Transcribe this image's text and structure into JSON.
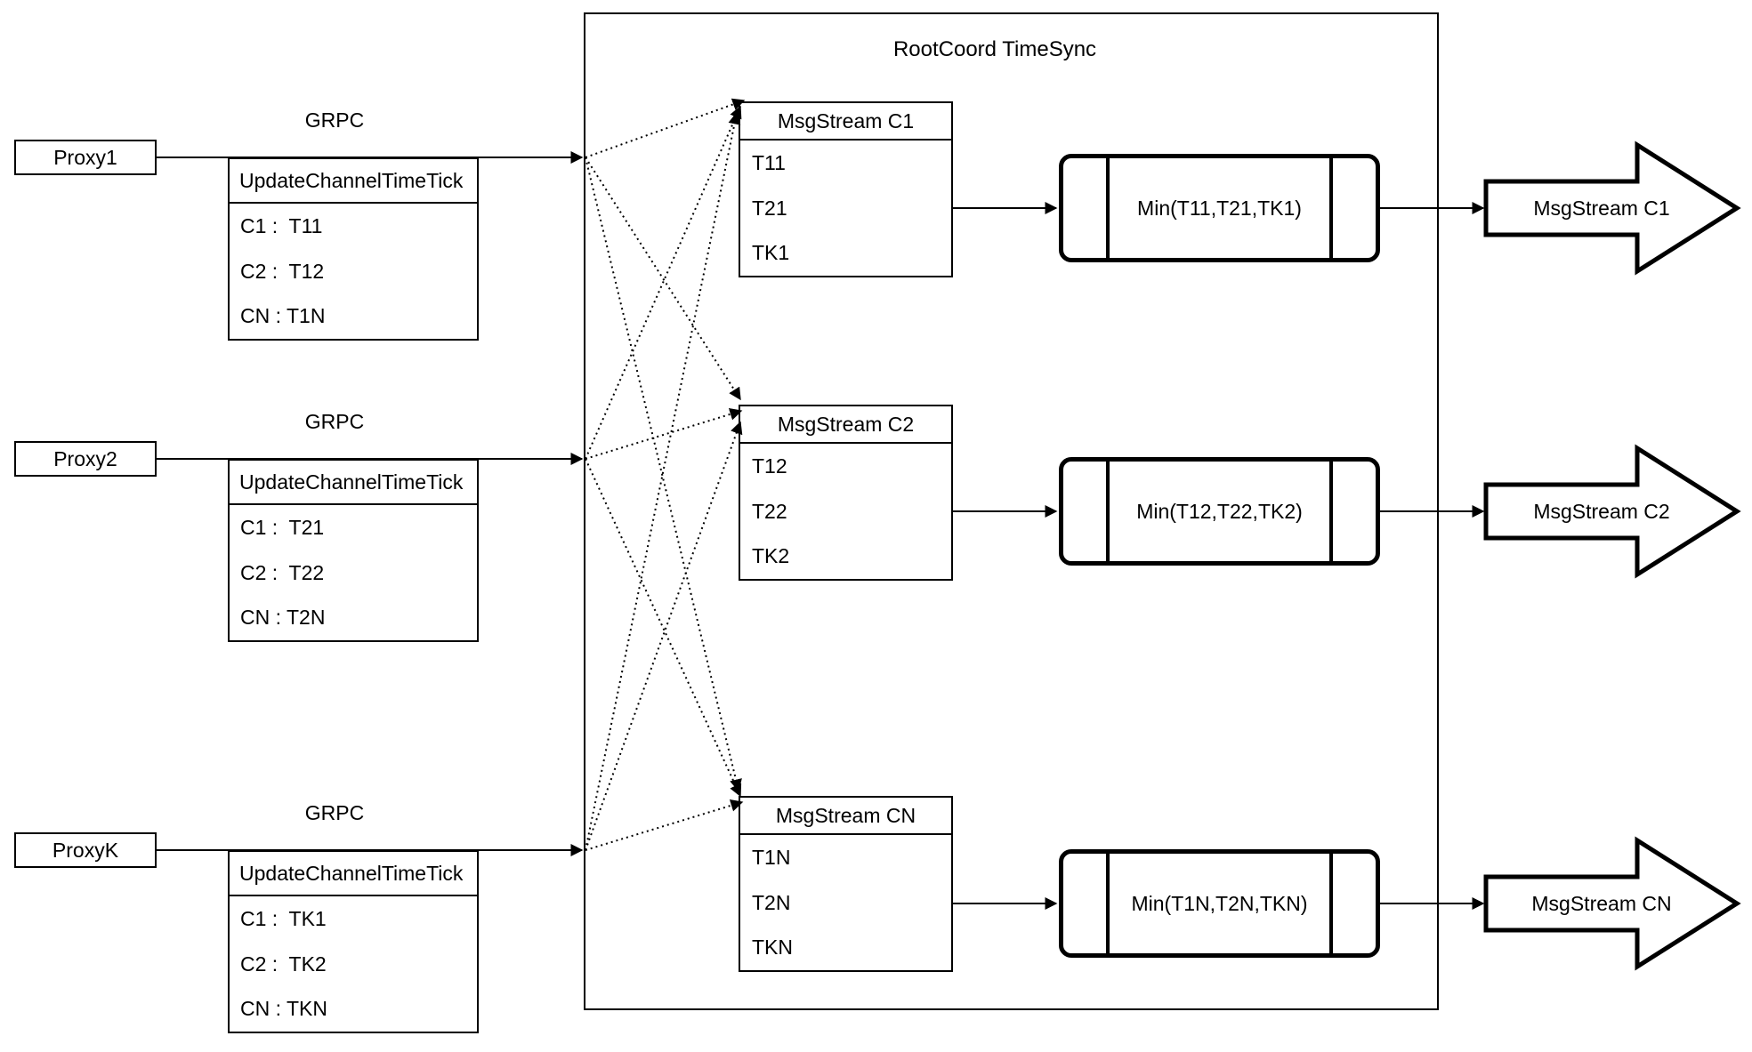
{
  "title": "RootCoord TimeSync",
  "rows": [
    {
      "proxy_label": "Proxy1",
      "grpc_label": "GRPC",
      "tick_table": {
        "header": "UpdateChannelTimeTick",
        "rows": [
          "C1 :  T11",
          "C2 :  T12",
          "CN : T1N"
        ]
      },
      "stream_table": {
        "header": "MsgStream C1",
        "rows": [
          "T11",
          "T21",
          "TK1"
        ]
      },
      "min_label": "Min(T11,T21,TK1)",
      "out_label": "MsgStream C1"
    },
    {
      "proxy_label": "Proxy2",
      "grpc_label": "GRPC",
      "tick_table": {
        "header": "UpdateChannelTimeTick",
        "rows": [
          "C1 :  T21",
          "C2 :  T22",
          "CN : T2N"
        ]
      },
      "stream_table": {
        "header": "MsgStream C2",
        "rows": [
          "T12",
          "T22",
          "TK2"
        ]
      },
      "min_label": "Min(T12,T22,TK2)",
      "out_label": "MsgStream C2"
    },
    {
      "proxy_label": "ProxyK",
      "grpc_label": "GRPC",
      "tick_table": {
        "header": "UpdateChannelTimeTick",
        "rows": [
          "C1 :  TK1",
          "C2 :  TK2",
          "CN : TKN"
        ]
      },
      "stream_table": {
        "header": "MsgStream CN",
        "rows": [
          "T1N",
          "T2N",
          "TKN"
        ]
      },
      "min_label": "Min(T1N,T2N,TKN)",
      "out_label": "MsgStream CN"
    }
  ],
  "colors": {
    "stroke": "#000000",
    "background": "#ffffff"
  }
}
